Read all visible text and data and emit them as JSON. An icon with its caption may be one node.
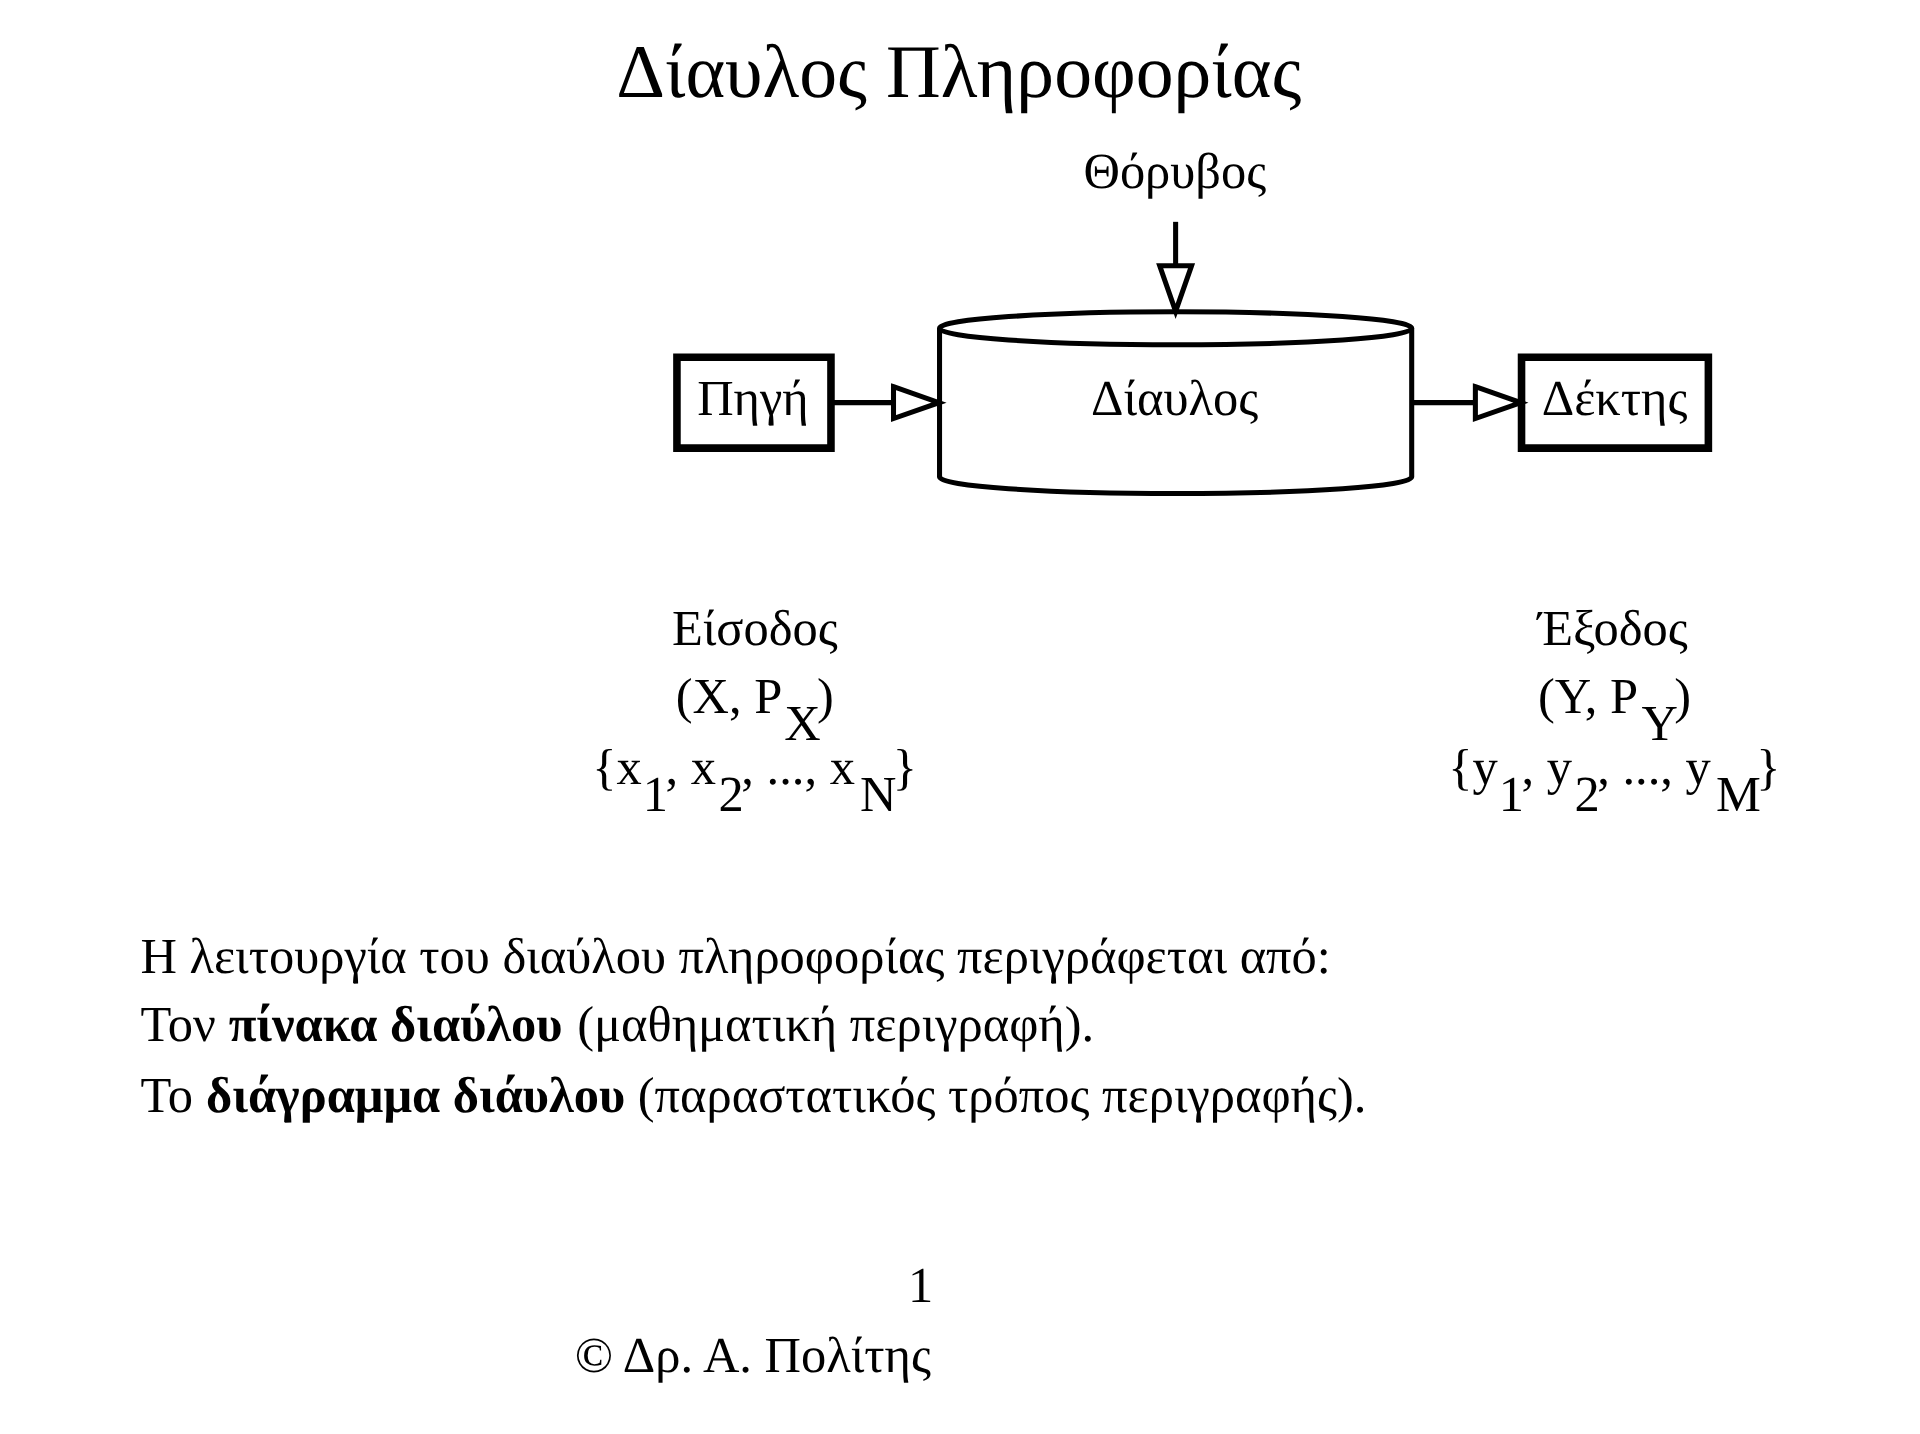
{
  "diagram": {
    "title": "Δίαυλος Πληροφορίας",
    "nodes": [
      {
        "text": [
          "Θόρυβος"
        ]
      },
      {
        "text": [
          "Πηγή"
        ]
      },
      {
        "text": [
          "Δίαυλος"
        ]
      },
      {
        "text": [
          "Δέκτης"
        ]
      }
    ],
    "edges": [
      {
        "from": 0,
        "to": 2,
        "arrow": "to"
      },
      {
        "from": 1,
        "to": 2,
        "arrow": "to"
      },
      {
        "from": 2,
        "to": 3,
        "arrow": "to"
      }
    ],
    "labels": [
      "Είσοδος",
      "(X, P$_{X}$)",
      "{x$_{1}$, x$_{2}$, ..., x$_{N}$}",
      "Έξοδος",
      "(Y, P$_{Y}$)",
      "{y$_{1}$, y$_{2}$, ..., y$_{M}$}",
      "Η λειτουργία του διαύλου πληροφορίας περιγράφεται από:",
      "Τον **πίνακα διαύλου** (μαθηματική περιγραφή).",
      "Το **διάγραμμα διάυλου** (παραστατικός τρόπος περιγραφής).",
      "1",
      "© Δρ. Α. Πολίτης"
    ]
  }
}
